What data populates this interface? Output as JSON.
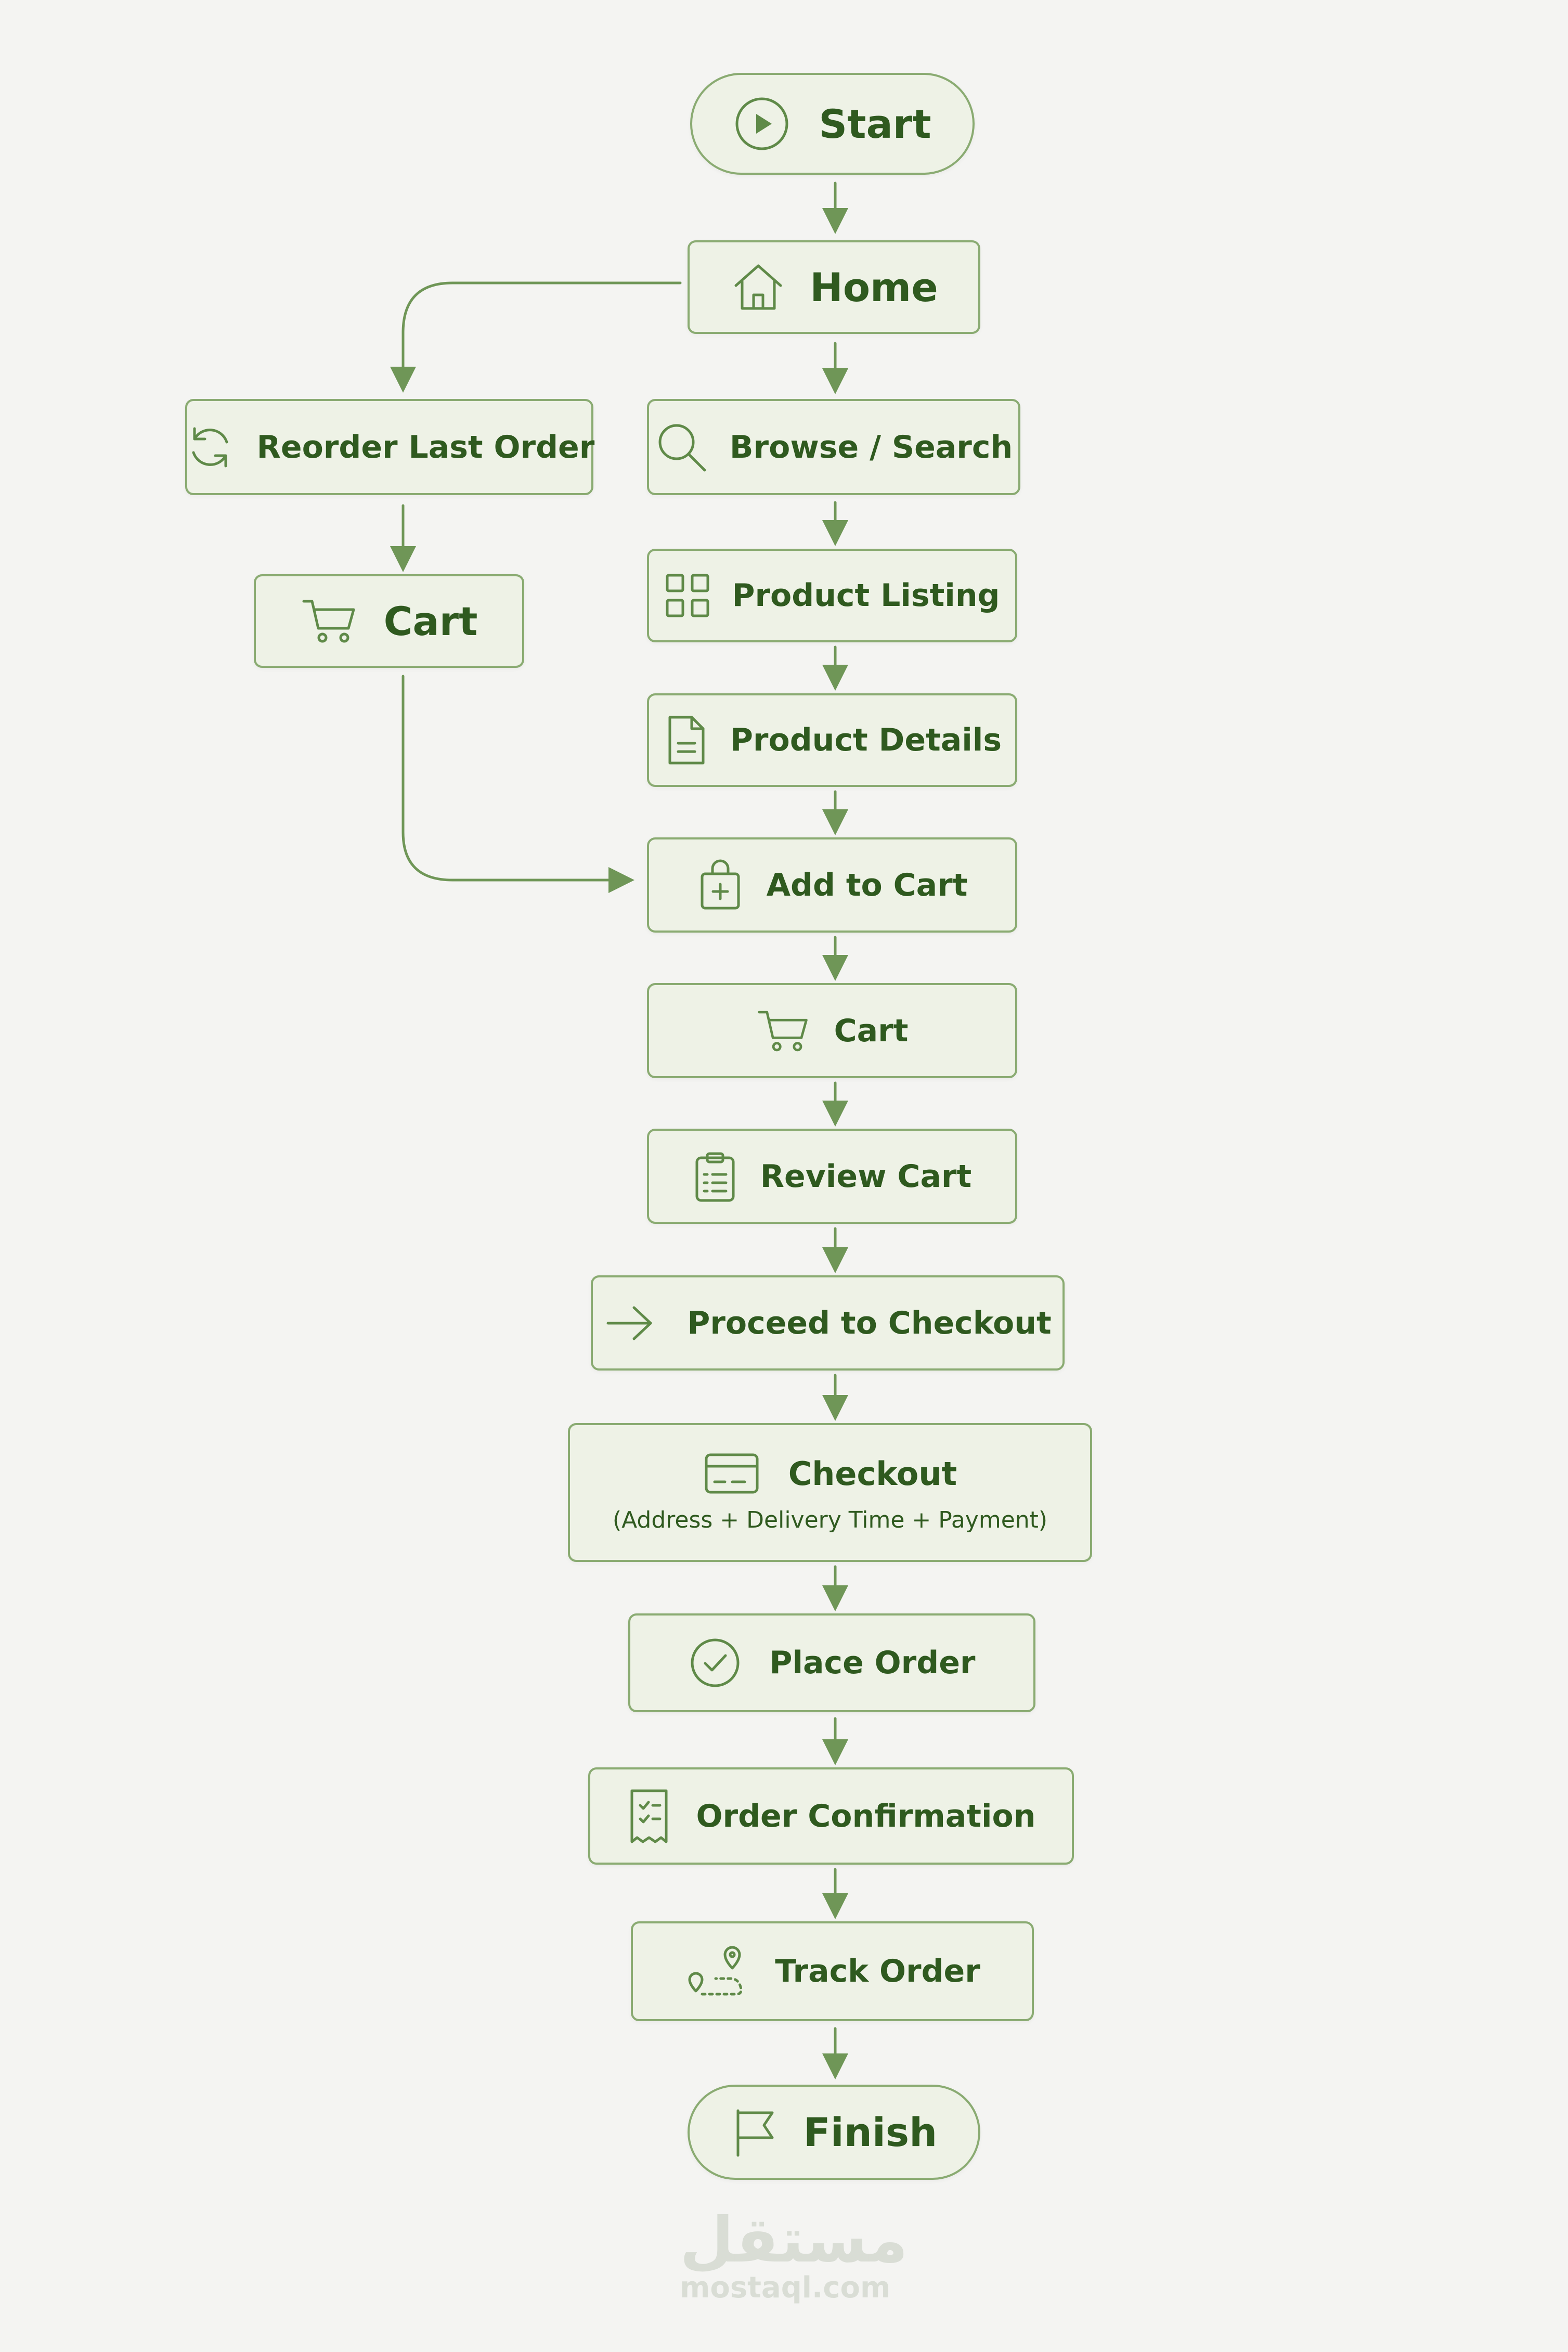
{
  "nodes": {
    "start": "Start",
    "home": "Home",
    "browse": "Browse / Search",
    "reorder": "Reorder Last Order",
    "cart_left": "Cart",
    "listing": "Product Listing",
    "details": "Product Details",
    "add": "Add to Cart",
    "cart": "Cart",
    "review": "Review Cart",
    "proceed": "Proceed to Checkout",
    "checkout": "Checkout",
    "checkout_sub": "(Address + Delivery Time + Payment)",
    "place": "Place Order",
    "confirm": "Order Confirmation",
    "track": "Track Order",
    "finish": "Finish"
  },
  "watermark": {
    "arabic": "مستقل",
    "latin": "mostaql.com"
  },
  "icons": {
    "start": "play-circle-icon",
    "home": "house-icon",
    "browse": "magnifier-icon",
    "reorder": "refresh-icon",
    "cart": "shopping-cart-icon",
    "listing": "grid-icon",
    "details": "document-icon",
    "add": "shopping-bag-plus-icon",
    "review": "clipboard-list-icon",
    "proceed": "arrow-right-icon",
    "checkout": "credit-card-icon",
    "place": "check-circle-icon",
    "confirm": "receipt-icon",
    "track": "map-route-icon",
    "finish": "flag-icon"
  },
  "colors": {
    "background": "#f4f4f2",
    "node_fill": "#eef2e6",
    "node_border": "#8aab72",
    "text": "#2f5a1f",
    "icon_and_arrow": "#5f8a48"
  }
}
